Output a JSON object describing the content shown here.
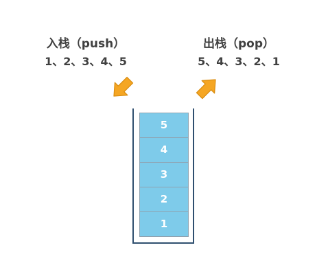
{
  "push": {
    "title": "入栈（push）",
    "order": "1、2、3、4、5",
    "arrow_color": "#f5a623"
  },
  "pop": {
    "title": "出栈（pop）",
    "order": "5、4、3、2、1",
    "arrow_color": "#f5a623"
  },
  "stack": {
    "blocks_top_to_bottom": [
      "5",
      "4",
      "3",
      "2",
      "1"
    ],
    "block_color": "#7ecbea",
    "wall_color": "#2f4f6f"
  }
}
